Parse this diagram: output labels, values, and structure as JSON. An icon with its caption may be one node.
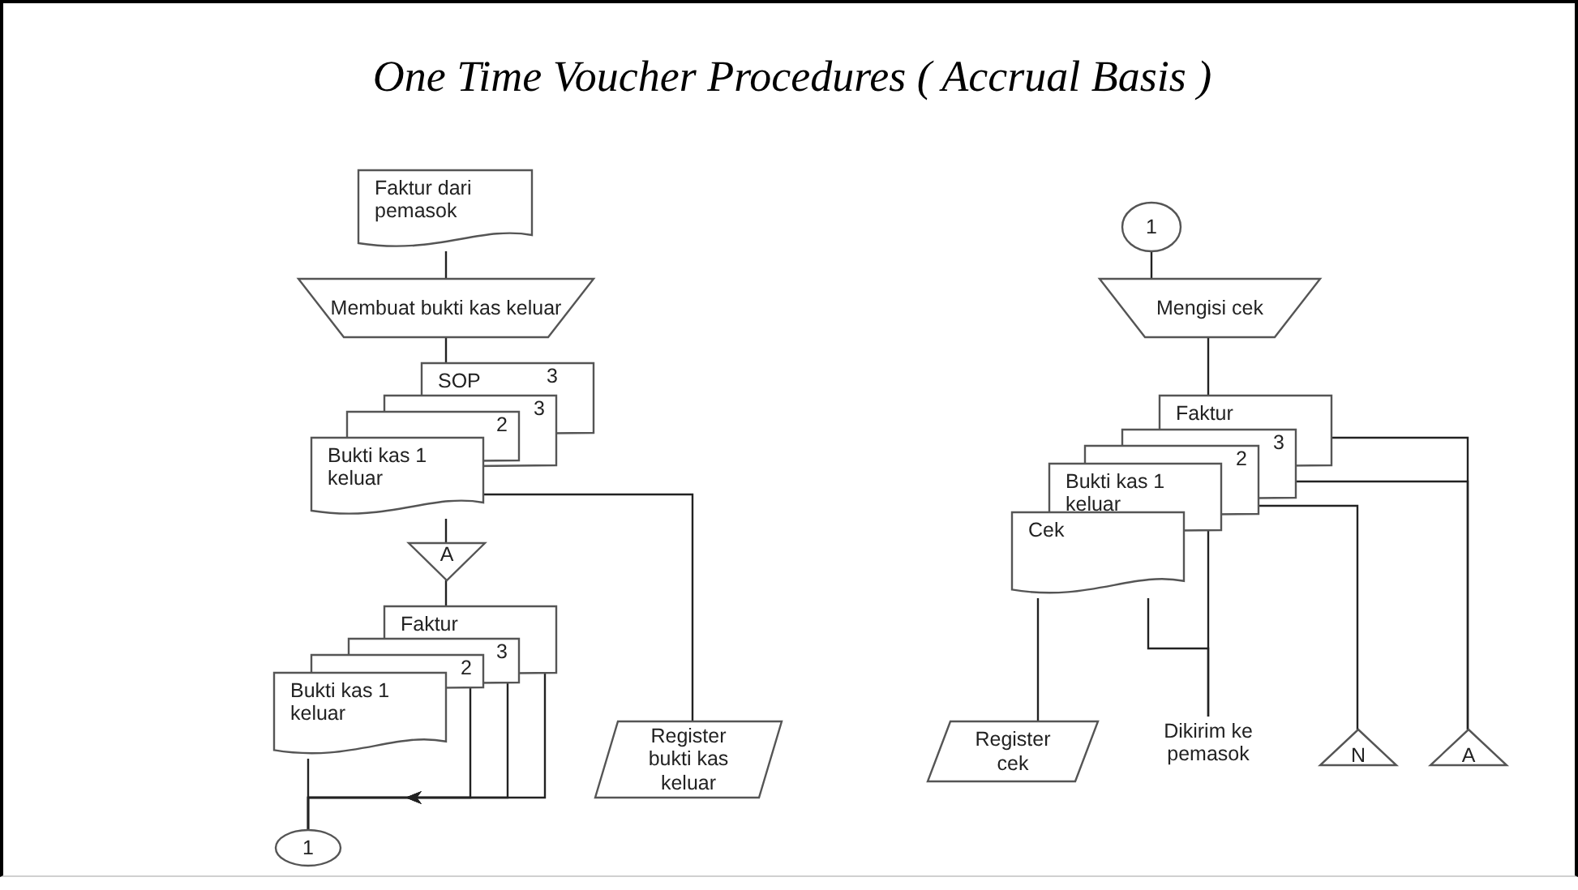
{
  "diagram": {
    "title": "One Time Voucher Procedures ( Accrual Basis )",
    "nodes": [
      {
        "text": [
          "Faktur dari pemasok"
        ]
      },
      {
        "text": [
          "Membuat bukti kas keluar"
        ]
      },
      {
        "text": [
          "SOP",
          "3"
        ]
      },
      {
        "text": [
          "3"
        ]
      },
      {
        "text": [
          "2"
        ]
      },
      {
        "text": [
          "Bukti kas 1 keluar"
        ]
      },
      {
        "text": [
          "A"
        ]
      },
      {
        "text": [
          "Register bukti kas keluar"
        ]
      },
      {
        "text": [
          "Faktur"
        ]
      },
      {
        "text": [
          "3"
        ]
      },
      {
        "text": [
          "2"
        ]
      },
      {
        "text": [
          "Bukti kas 1 keluar"
        ]
      },
      {
        "text": [
          "1"
        ]
      },
      {
        "text": [
          "1"
        ]
      },
      {
        "text": [
          "Mengisi cek"
        ]
      },
      {
        "text": [
          "Faktur"
        ]
      },
      {
        "text": [
          "3"
        ]
      },
      {
        "text": [
          "2"
        ]
      },
      {
        "text": [
          "Bukti kas 1 keluar"
        ]
      },
      {
        "text": [
          "Cek"
        ]
      },
      {
        "text": [
          "Register cek"
        ]
      },
      {
        "text": [
          "Dikirim ke pemasok"
        ]
      },
      {
        "text": [
          "N"
        ]
      },
      {
        "text": [
          "A"
        ]
      }
    ],
    "edges": [
      {
        "from": 0,
        "to": 1,
        "arrow": "none"
      },
      {
        "from": 1,
        "to": 2,
        "arrow": "none"
      },
      {
        "from": 5,
        "to": 7,
        "arrow": "none"
      },
      {
        "from": 5,
        "to": 6,
        "arrow": "none"
      },
      {
        "from": 6,
        "to": 8,
        "arrow": "none"
      },
      {
        "from": 8,
        "to": 12,
        "arrow": "to"
      },
      {
        "from": 9,
        "to": 12,
        "arrow": "to"
      },
      {
        "from": 10,
        "to": 12,
        "arrow": "to"
      },
      {
        "from": 11,
        "to": 12,
        "arrow": "none"
      },
      {
        "from": 13,
        "to": 14,
        "arrow": "none"
      },
      {
        "from": 14,
        "to": 15,
        "arrow": "none"
      },
      {
        "from": 15,
        "to": 23,
        "arrow": "none"
      },
      {
        "from": 16,
        "to": 23,
        "arrow": "none"
      },
      {
        "from": 17,
        "to": 22,
        "arrow": "none"
      },
      {
        "from": 18,
        "to": 21,
        "arrow": "none"
      },
      {
        "from": 19,
        "to": 21,
        "arrow": "none"
      },
      {
        "from": 19,
        "to": 20,
        "arrow": "none"
      }
    ]
  }
}
